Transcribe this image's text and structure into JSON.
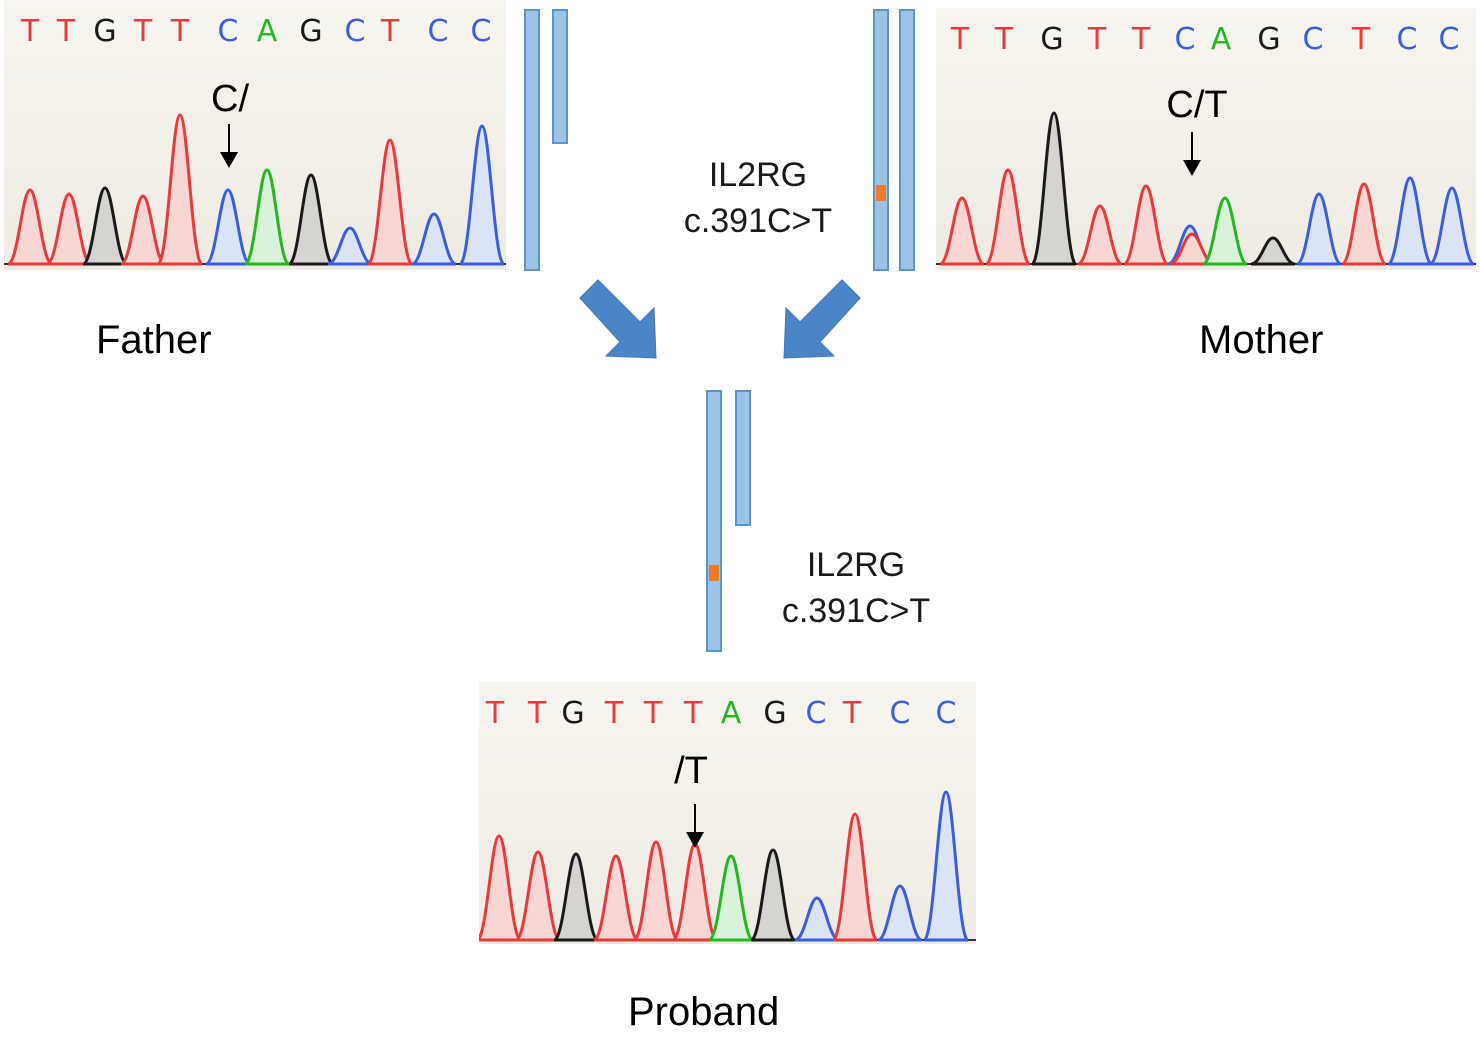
{
  "colors": {
    "A": "#22b822",
    "C": "#3a5ee0",
    "G": "#1a1a1a",
    "T": "#e83a3a",
    "chromosome_fill": "#9cc3e6",
    "chromosome_border": "#5b93cc",
    "mutation": "#ef7a2a",
    "flow_arrow": "#4a86c5"
  },
  "father": {
    "label": "Father",
    "call": "C/",
    "bases": [
      "T",
      "T",
      "G",
      "T",
      "T",
      "C",
      "A",
      "G",
      "C",
      "T",
      "C",
      "C"
    ]
  },
  "mother": {
    "label": "Mother",
    "call": "C/T",
    "bases": [
      "T",
      "T",
      "G",
      "T",
      "T",
      "C",
      "A",
      "G",
      "C",
      "T",
      "C",
      "C"
    ]
  },
  "proband": {
    "label": "Proband",
    "call": "/T",
    "bases": [
      "T",
      "T",
      "G",
      "T",
      "T",
      "T",
      "A",
      "G",
      "C",
      "T",
      "C",
      "C"
    ]
  },
  "variant_top": {
    "gene": "IL2RG",
    "change": "c.391C>T"
  },
  "variant_bottom": {
    "gene": "IL2RG",
    "change": "c.391C>T"
  },
  "icons": [
    "down-arrow-icon",
    "flow-arrow-icon"
  ]
}
